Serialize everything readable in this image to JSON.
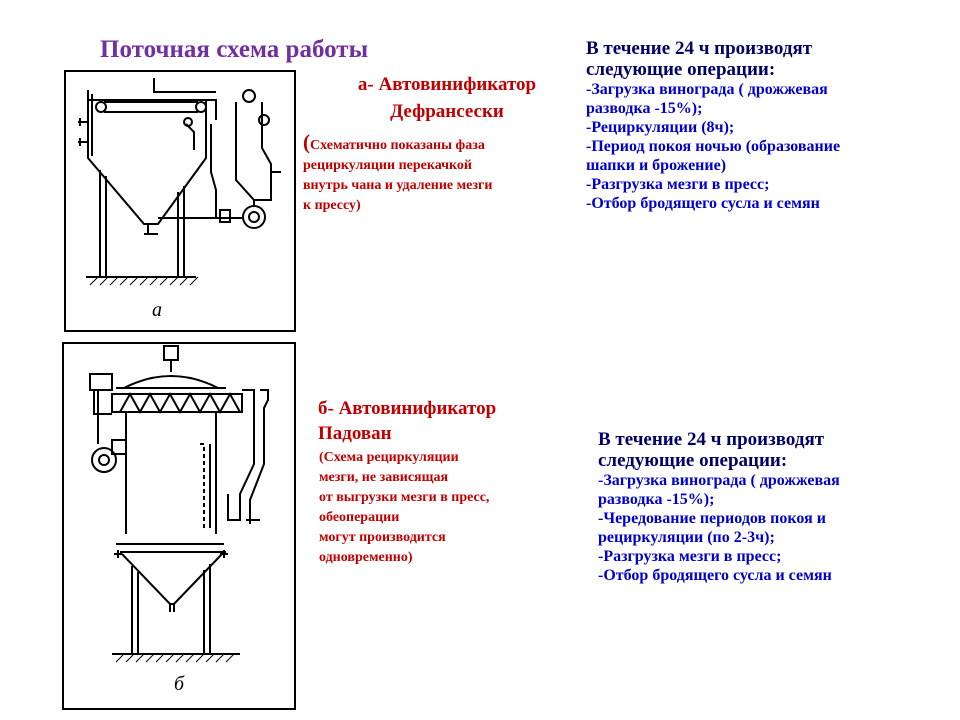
{
  "slide": {
    "title": "Поточная схема работы",
    "figure_a": {
      "caption": "а"
    },
    "figure_b": {
      "caption": "б"
    },
    "section_a": {
      "heading_line1": "а- Автовинификатор",
      "heading_line2": "Дефрансески",
      "note_open_paren": "(",
      "note_line1": "Схематично показаны фаза",
      "note_line2": "рециркуляции перекачкой",
      "note_line3": "внутрь чана и удаление мезги",
      "note_line4": "к прессу)"
    },
    "section_b": {
      "heading_line1": "б- Автовинификатор",
      "heading_line2": "Падован",
      "note_lines": [
        "(Схема рециркуляции",
        "мезги, не зависящая",
        "от выгрузки мезги в пресс,",
        "обеоперации",
        "могут производится",
        "одновременно)"
      ]
    },
    "ops_a": {
      "heading_line1": "В течение 24 ч производят",
      "heading_line2": "следующие операции:",
      "items": [
        "-Загрузка винограда ( дрожжевая",
        "разводка -15%);",
        "-Рециркуляции (8ч);",
        "-Период покоя ночью (образование",
        "шапки и брожение)",
        "-Разгрузка мезги в пресс;",
        "-Отбор бродящего сусла и семян"
      ]
    },
    "ops_b": {
      "heading_line1": "В течение 24 ч производят",
      "heading_line2": "следующие операции:",
      "items": [
        "-Загрузка винограда ( дрожжевая",
        "разводка -15%);",
        "-Чередование периодов покоя и",
        "рециркуляции (по 2-3ч);",
        "-Разгрузка мезги в пресс;",
        "-Отбор бродящего сусла и семян"
      ]
    }
  }
}
